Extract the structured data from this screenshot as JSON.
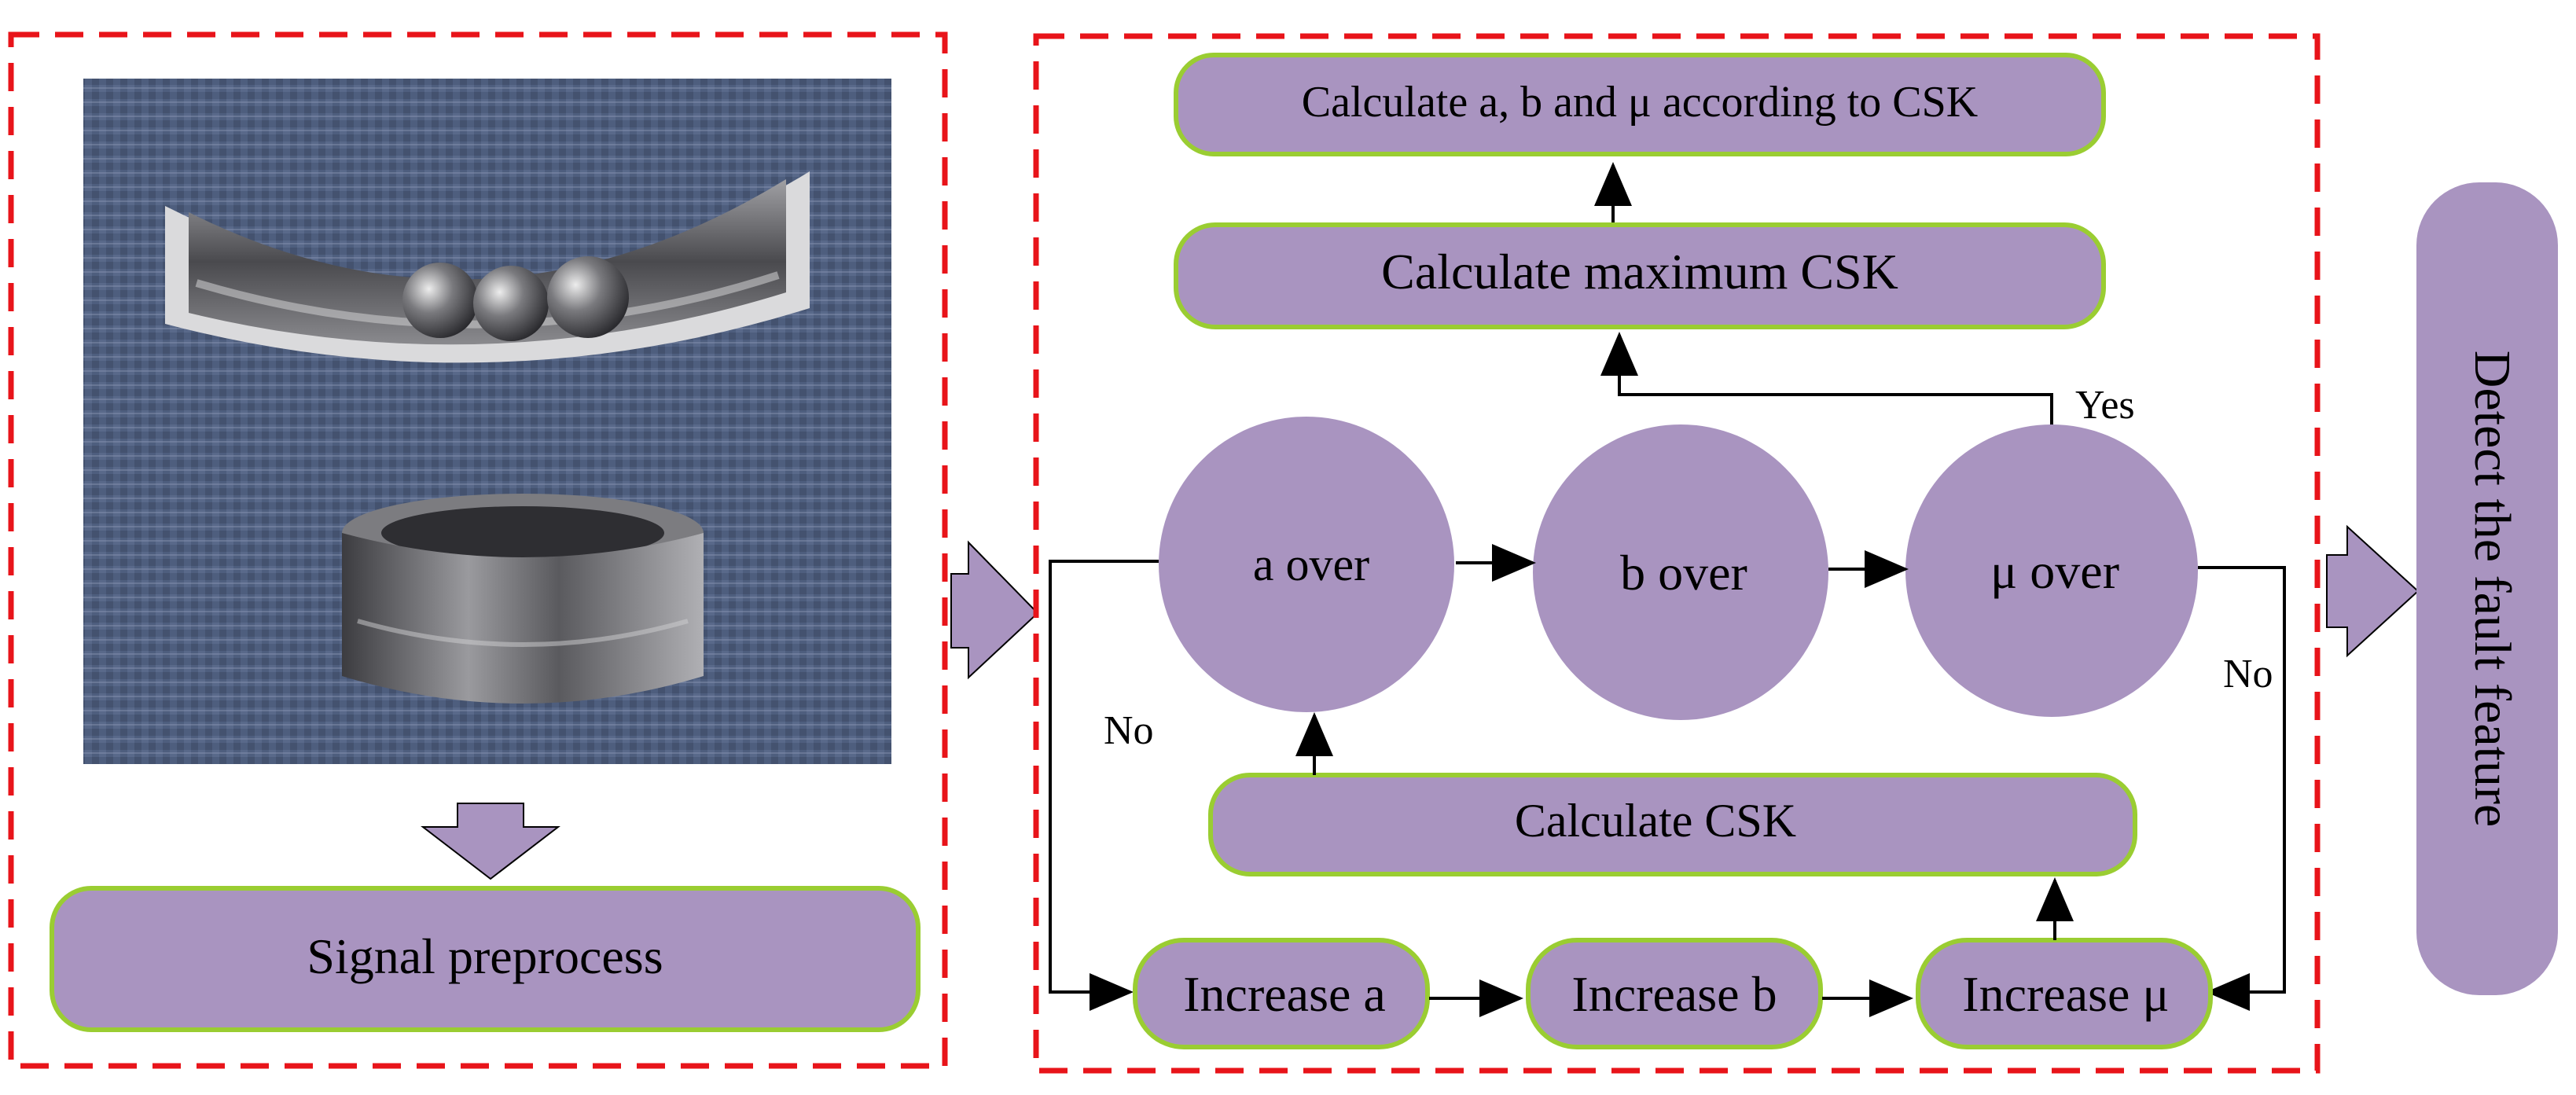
{
  "colors": {
    "box_fill": "#A994C0",
    "box_stroke": "#9ACD32",
    "panel_dash": "#E8141A",
    "line": "#000000",
    "background": "#FFFFFF"
  },
  "left_panel": {
    "photo": {
      "description_icon": "bearing-photo",
      "carpet": "#4E5E7E",
      "metal": "#6E6E72"
    },
    "signal_preprocess": "Signal preprocess"
  },
  "middle_panel": {
    "calc_abmu": "Calculate a, b and μ according to CSK",
    "calc_max_csk": "Calculate maximum CSK",
    "yes_label": "Yes",
    "a_over": "a over",
    "b_over": "b over",
    "mu_over": "μ over",
    "no_right": "No",
    "no_left": "No",
    "calc_csk": "Calculate CSK",
    "increase_a": "Increase a",
    "increase_b": "Increase b",
    "increase_mu": "Increase μ"
  },
  "right_panel": {
    "detect": "Detect the fault feature"
  },
  "icons": {
    "down_arrow": "down-block-arrow-icon",
    "right_arrow_1": "right-block-arrow-icon",
    "right_arrow_2": "right-block-arrow-icon"
  }
}
